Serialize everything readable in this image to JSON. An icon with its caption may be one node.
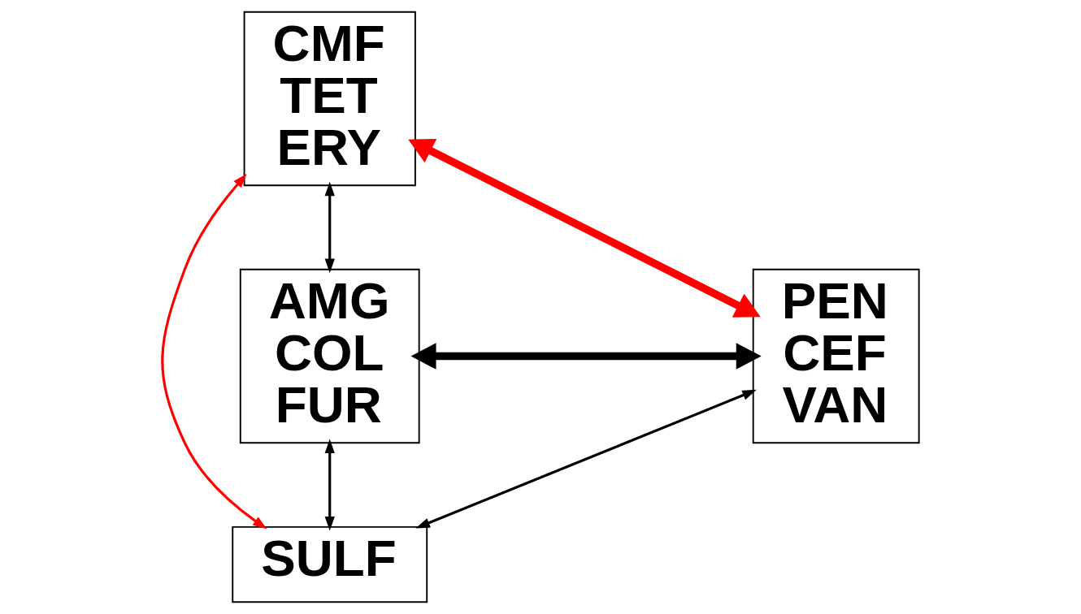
{
  "diagram": {
    "nodes": [
      {
        "text": [
          "CMF",
          "TET",
          "ERY"
        ]
      },
      {
        "text": [
          "AMG",
          "COL",
          "FUR"
        ]
      },
      {
        "text": [
          "PEN",
          "CEF",
          "VAN"
        ]
      },
      {
        "text": [
          "SULF"
        ]
      }
    ],
    "edges": [
      {
        "from": 1,
        "to": 0,
        "arrow": "both"
      },
      {
        "from": 0,
        "to": 2,
        "arrow": "both",
        "style": "thick",
        "color": "#ff0000"
      },
      {
        "from": 1,
        "to": 2,
        "arrow": "both",
        "style": "thick"
      },
      {
        "from": 0,
        "to": 3,
        "arrow": "both",
        "color": "#ff0000"
      },
      {
        "from": 1,
        "to": 3,
        "arrow": "both"
      },
      {
        "from": 3,
        "to": 2,
        "arrow": "both"
      }
    ]
  }
}
